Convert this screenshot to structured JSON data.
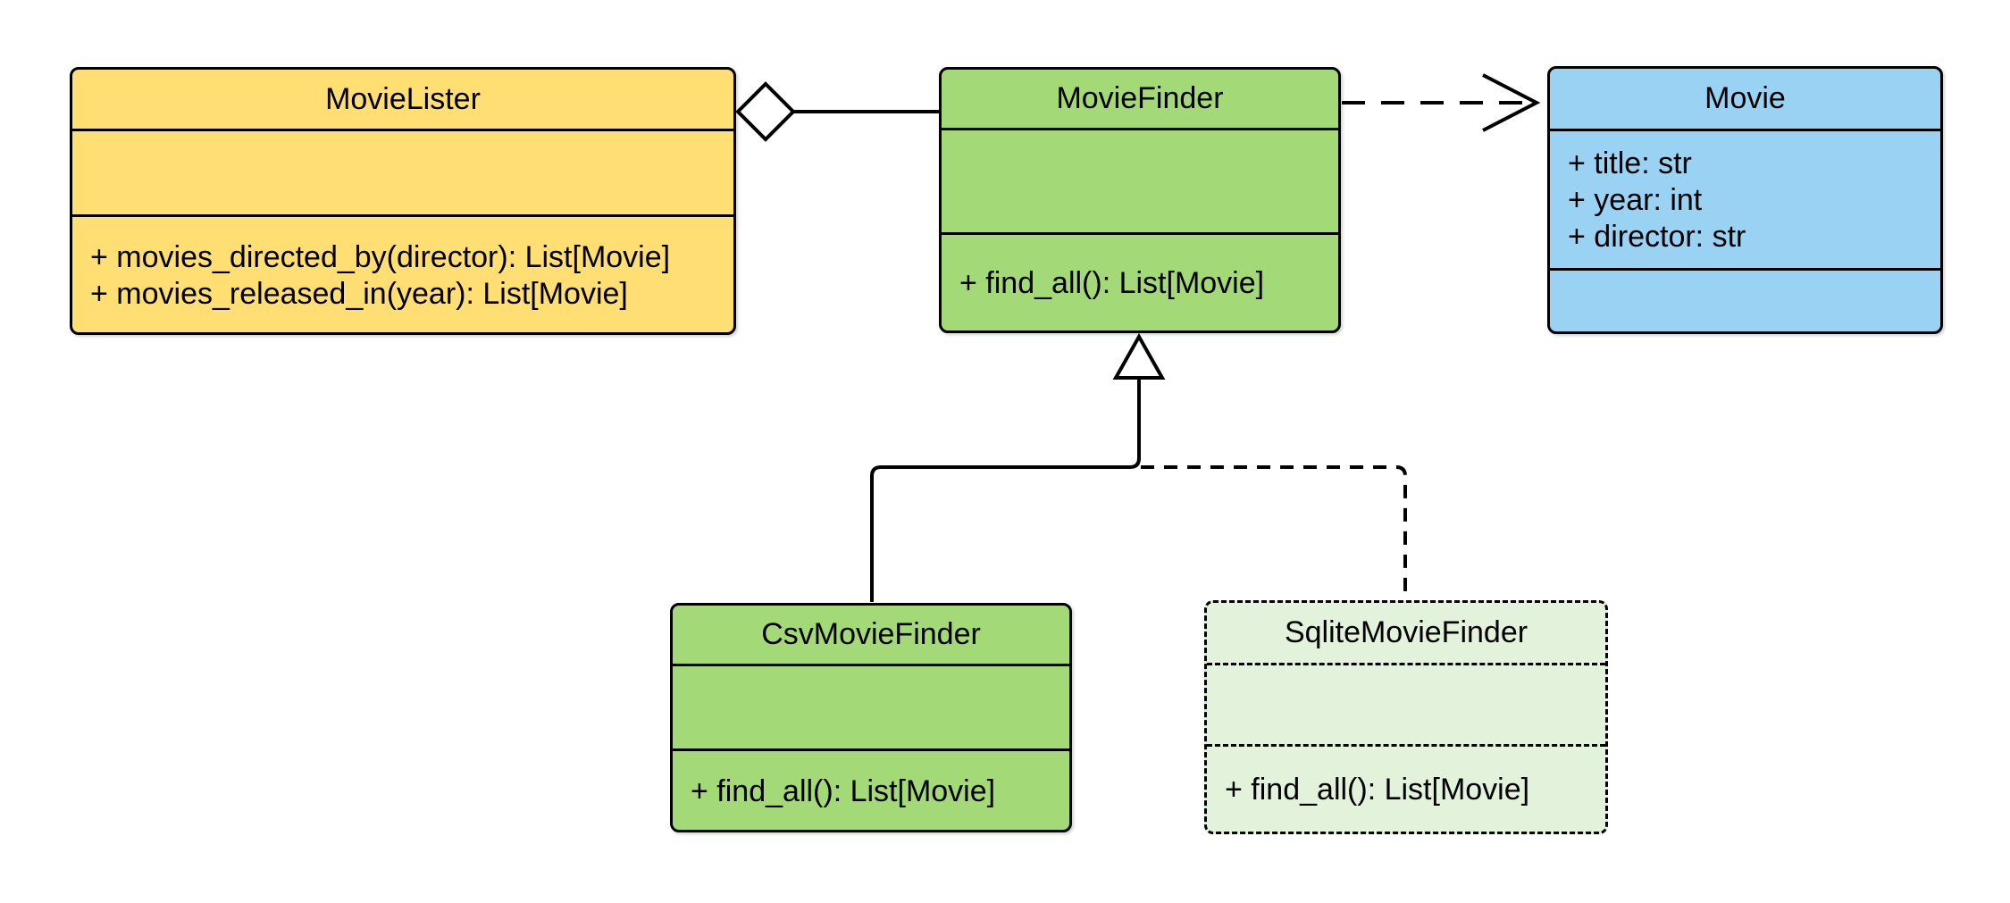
{
  "diagram_type": "uml-class-diagram",
  "colors": {
    "yellow_fill": "#FFDE73",
    "green_fill": "#A3D977",
    "blue_fill": "#99D2F2",
    "pale_green_fill": "#E3F2DA",
    "line": "#000000",
    "text": "#000000",
    "background": "#FFFFFF"
  },
  "classes": [
    {
      "name": "MovieLister",
      "attributes": [],
      "methods": [
        "+ movies_directed_by(director): List[Movie]",
        "+ movies_released_in(year): List[Movie]"
      ],
      "fill": "#FFDE73",
      "border_style": "solid"
    },
    {
      "name": "MovieFinder",
      "attributes": [],
      "methods": [
        "+ find_all(): List[Movie]"
      ],
      "fill": "#A3D977",
      "border_style": "solid"
    },
    {
      "name": "Movie",
      "attributes": [
        "+ title: str",
        "+ year: int",
        "+ director: str"
      ],
      "methods": [],
      "fill": "#99D2F2",
      "border_style": "solid"
    },
    {
      "name": "CsvMovieFinder",
      "attributes": [],
      "methods": [
        "+ find_all(): List[Movie]"
      ],
      "fill": "#A3D977",
      "border_style": "solid"
    },
    {
      "name": "SqliteMovieFinder",
      "attributes": [],
      "methods": [
        "+ find_all(): List[Movie]"
      ],
      "fill": "#E3F2DA",
      "border_style": "dashed"
    }
  ],
  "relationships": [
    {
      "type": "aggregation",
      "from": "MovieLister",
      "to": "MovieFinder",
      "line": "solid",
      "marker": "hollow-diamond-at-MovieLister"
    },
    {
      "type": "dependency",
      "from": "MovieFinder",
      "to": "Movie",
      "line": "dashed",
      "marker": "open-arrow-at-Movie"
    },
    {
      "type": "generalization",
      "from": "CsvMovieFinder",
      "to": "MovieFinder",
      "line": "solid",
      "marker": "hollow-triangle-at-MovieFinder"
    },
    {
      "type": "generalization",
      "from": "SqliteMovieFinder",
      "to": "MovieFinder",
      "line": "dashed",
      "marker": "hollow-triangle-at-MovieFinder"
    }
  ]
}
